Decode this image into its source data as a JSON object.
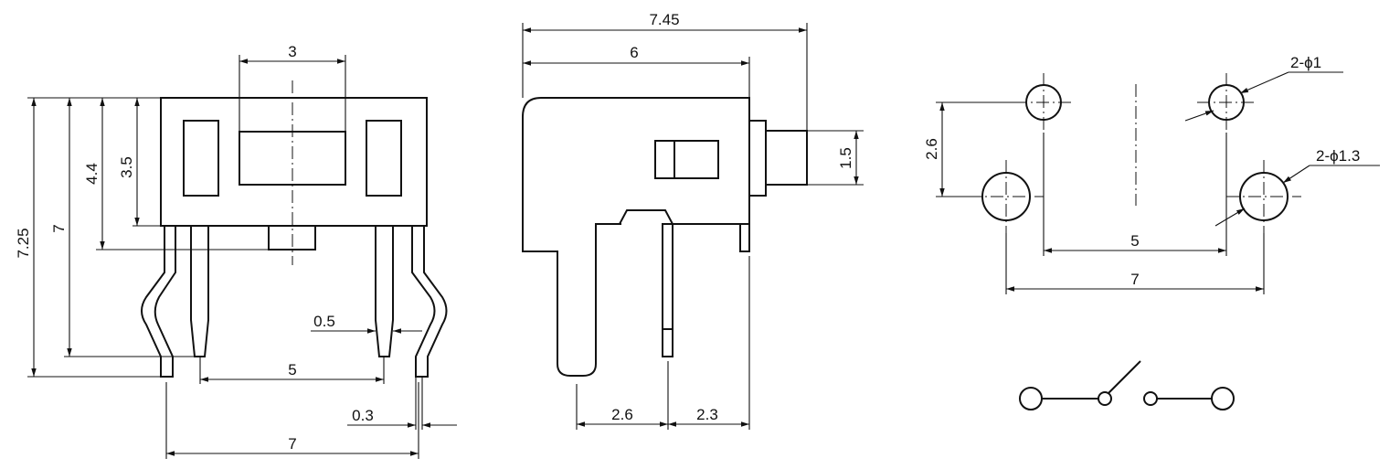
{
  "front_view": {
    "dim_width_top": "3",
    "dim_h1": "7.25",
    "dim_h2": "7",
    "dim_h3": "4.4",
    "dim_h4": "3.5",
    "dim_pin_width": "0.5",
    "dim_pin_pitch": "5",
    "dim_pin_thickness": "0.3",
    "dim_outer_pitch": "7"
  },
  "side_view": {
    "dim_total_length": "7.45",
    "dim_body_length": "6",
    "dim_actuator": "1.5",
    "dim_leg_a": "2.6",
    "dim_leg_b": "2.3"
  },
  "pcb_layout": {
    "dim_row_spacing": "2.6",
    "dim_inner_pitch": "5",
    "dim_outer_pitch": "7",
    "hole_small_label": "2-ϕ1",
    "hole_large_label": "2-ϕ1.3"
  }
}
